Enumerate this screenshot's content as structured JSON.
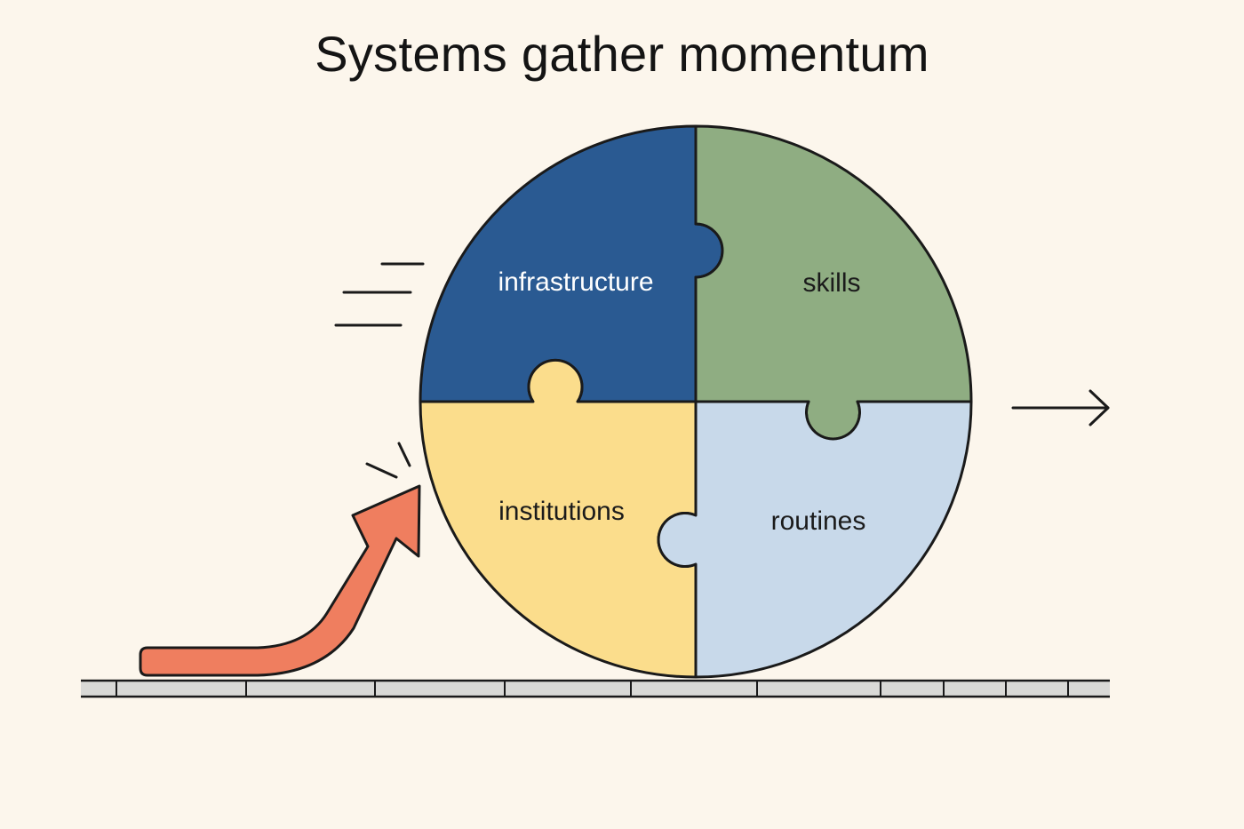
{
  "title": "Systems gather momentum",
  "pieces": [
    {
      "id": "infrastructure",
      "label": "infrastructure",
      "color": "#2a5a92",
      "text_color": "#ffffff"
    },
    {
      "id": "skills",
      "label": "skills",
      "color": "#8fad82",
      "text_color": "#1b1b1b"
    },
    {
      "id": "institutions",
      "label": "institutions",
      "color": "#fbdd8c",
      "text_color": "#1b1b1b"
    },
    {
      "id": "routines",
      "label": "routines",
      "color": "#c8d9ea",
      "text_color": "#1b1b1b"
    }
  ],
  "colors": {
    "background": "#fcf6ec",
    "outline": "#1a1a1a",
    "push_arrow": "#ef7e5f",
    "ground": "#d9d9d6"
  },
  "icons": {
    "push_arrow": "curved-up-arrow-icon",
    "direction_arrow": "right-arrow-icon",
    "speed_lines": "motion-lines-icon",
    "impact_marks": "impact-lines-icon"
  }
}
